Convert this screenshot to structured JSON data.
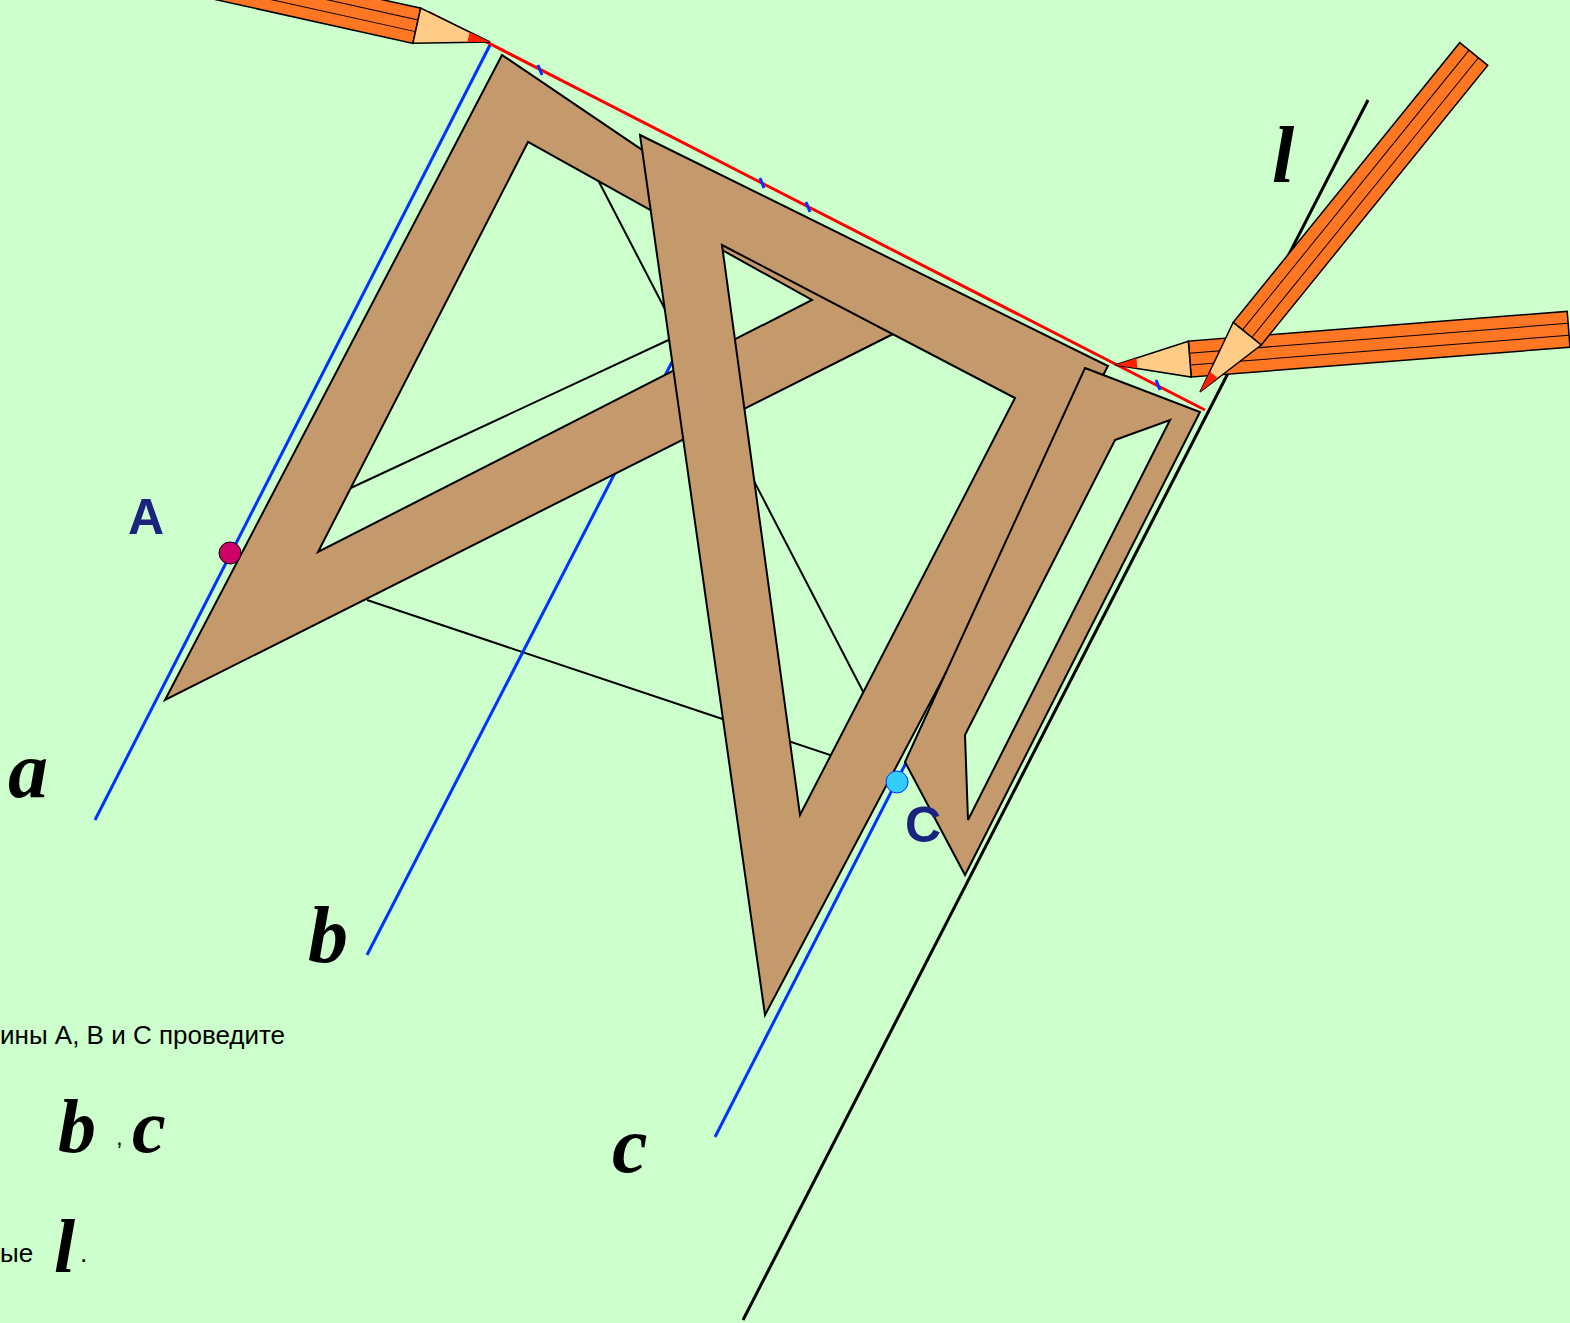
{
  "diagram": {
    "labels": [
      "A",
      "a",
      "b",
      "c",
      "C",
      "l",
      "ины А, В и С проведите",
      "b",
      ",",
      "c",
      "ые",
      "l",
      "."
    ]
  }
}
